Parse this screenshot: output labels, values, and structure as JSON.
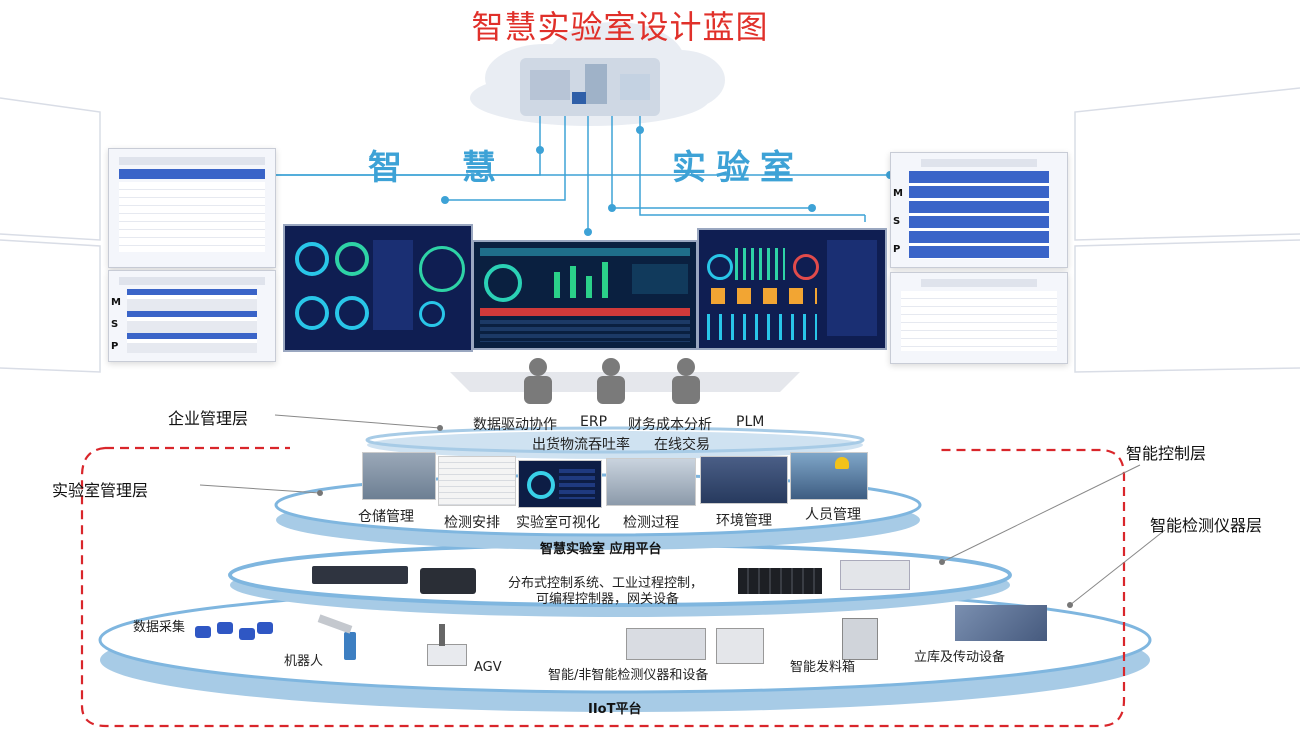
{
  "title": "智慧实验室设计蓝图",
  "banner": {
    "left": "智 慧",
    "right": "实验室"
  },
  "layers": {
    "enterprise": "企业管理层",
    "lab": "实验室管理层",
    "control": "智能控制层",
    "instrument": "智能检测仪器层"
  },
  "enterprise_items": [
    "数据驱动协作",
    "ERP",
    "财务成本分析",
    "PLM"
  ],
  "enterprise_items2": [
    "出货物流吞吐率",
    "在线交易"
  ],
  "app_items": [
    "仓储管理",
    "检测安排",
    "实验室可视化",
    "检测过程",
    "环境管理",
    "人员管理"
  ],
  "app_platform": "智慧实验室 应用平台",
  "control_text": [
    "分布式控制系统、工业过程控制，",
    "可编程控制器，网关设备"
  ],
  "devices": {
    "data_collect": "数据采集",
    "robot": "机器人",
    "agv": "AGV",
    "instruments": "智能/非智能检测仪器和设备",
    "dispenser": "智能发料箱",
    "warehouse": "立库及传动设备"
  },
  "iiot_platform": "IIoT平台",
  "screen_side_labels": [
    "M",
    "S",
    "P"
  ],
  "colors": {
    "title": "#e0302a",
    "accent": "#3da2d6",
    "dashed": "#d9262b",
    "screen": "#0f1e52"
  }
}
